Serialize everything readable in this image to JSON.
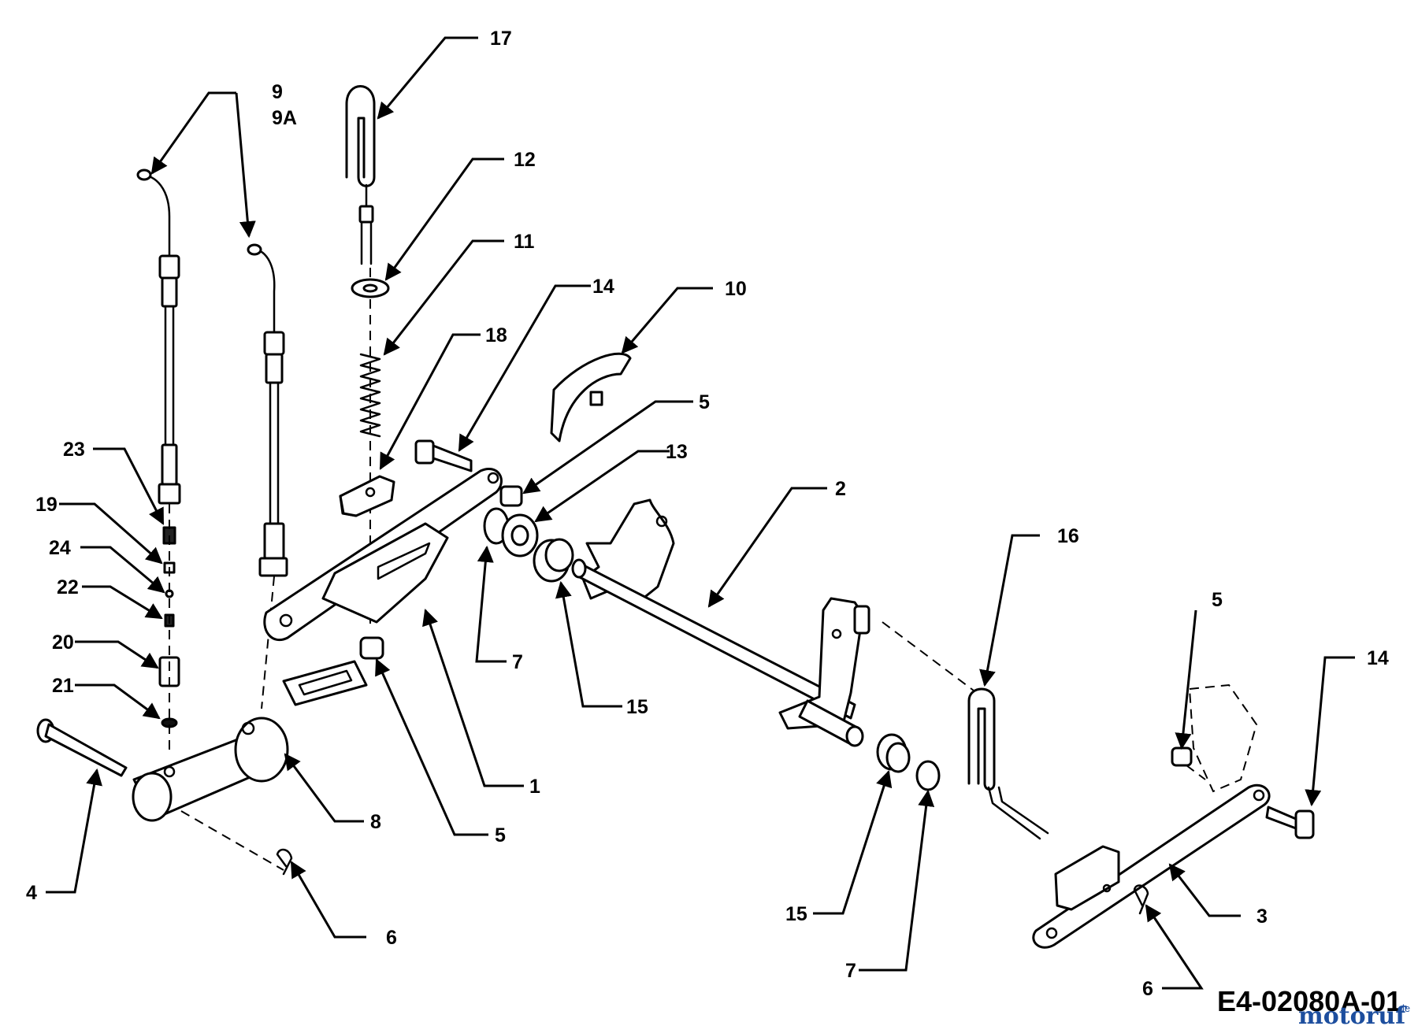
{
  "diagram": {
    "drawing_code": "E4-02080A-01",
    "watermark": "motoruf",
    "watermark_suffix": ".de",
    "callouts": [
      {
        "id": "c17",
        "text": "17"
      },
      {
        "id": "c9",
        "text": "9"
      },
      {
        "id": "c9a",
        "text": "9A"
      },
      {
        "id": "c12",
        "text": "12"
      },
      {
        "id": "c11",
        "text": "11"
      },
      {
        "id": "c14a",
        "text": "14"
      },
      {
        "id": "c10",
        "text": "10"
      },
      {
        "id": "c18",
        "text": "18"
      },
      {
        "id": "c5a",
        "text": "5"
      },
      {
        "id": "c13",
        "text": "13"
      },
      {
        "id": "c2",
        "text": "2"
      },
      {
        "id": "c16",
        "text": "16"
      },
      {
        "id": "c5c",
        "text": "5"
      },
      {
        "id": "c14b",
        "text": "14"
      },
      {
        "id": "c23",
        "text": "23"
      },
      {
        "id": "c19",
        "text": "19"
      },
      {
        "id": "c24",
        "text": "24"
      },
      {
        "id": "c22",
        "text": "22"
      },
      {
        "id": "c20",
        "text": "20"
      },
      {
        "id": "c21",
        "text": "21"
      },
      {
        "id": "c7a",
        "text": "7"
      },
      {
        "id": "c15a",
        "text": "15"
      },
      {
        "id": "c1",
        "text": "1"
      },
      {
        "id": "c8",
        "text": "8"
      },
      {
        "id": "c5b",
        "text": "5"
      },
      {
        "id": "c4",
        "text": "4"
      },
      {
        "id": "c6a",
        "text": "6"
      },
      {
        "id": "c15b",
        "text": "15"
      },
      {
        "id": "c3",
        "text": "3"
      },
      {
        "id": "c7b",
        "text": "7"
      },
      {
        "id": "c6b",
        "text": "6"
      }
    ]
  }
}
